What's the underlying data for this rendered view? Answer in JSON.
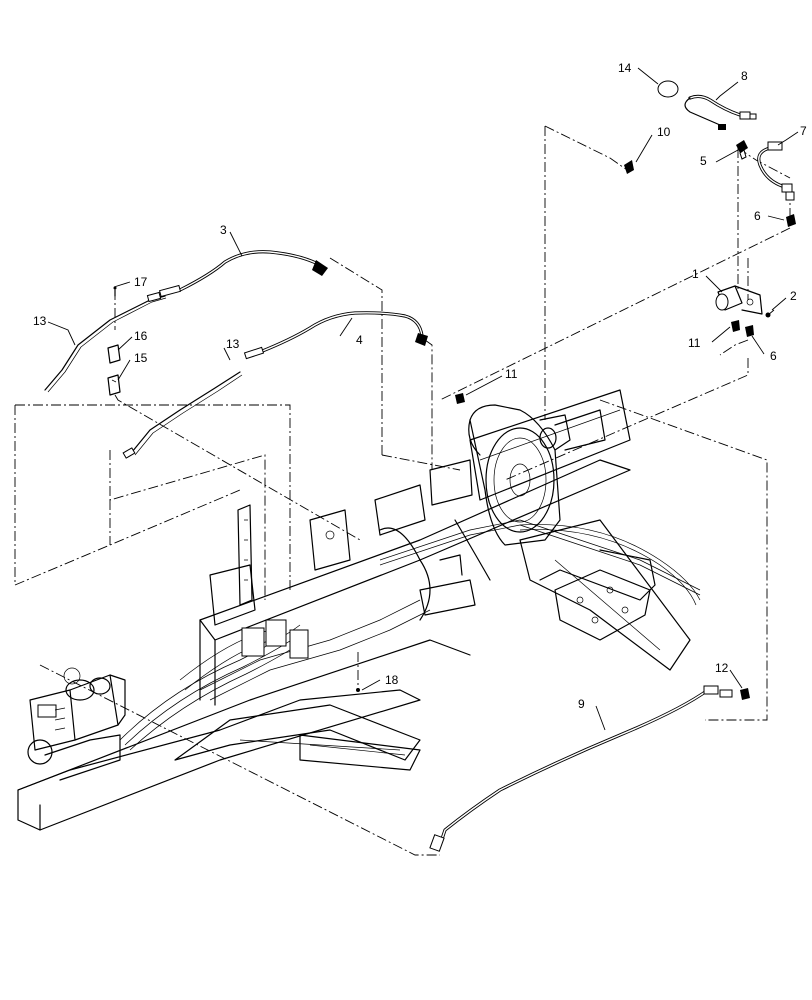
{
  "diagram": {
    "callouts": [
      {
        "id": "c1",
        "label": "1"
      },
      {
        "id": "c2",
        "label": "2"
      },
      {
        "id": "c3",
        "label": "3"
      },
      {
        "id": "c4",
        "label": "4"
      },
      {
        "id": "c5",
        "label": "5"
      },
      {
        "id": "c6a",
        "label": "6"
      },
      {
        "id": "c6b",
        "label": "6"
      },
      {
        "id": "c7",
        "label": "7"
      },
      {
        "id": "c8",
        "label": "8"
      },
      {
        "id": "c9",
        "label": "9"
      },
      {
        "id": "c10",
        "label": "10"
      },
      {
        "id": "c11a",
        "label": "11"
      },
      {
        "id": "c11b",
        "label": "11"
      },
      {
        "id": "c12",
        "label": "12"
      },
      {
        "id": "c13a",
        "label": "13"
      },
      {
        "id": "c13b",
        "label": "13"
      },
      {
        "id": "c14",
        "label": "14"
      },
      {
        "id": "c15",
        "label": "15"
      },
      {
        "id": "c16",
        "label": "16"
      },
      {
        "id": "c17",
        "label": "17"
      },
      {
        "id": "c18",
        "label": "18"
      }
    ]
  }
}
